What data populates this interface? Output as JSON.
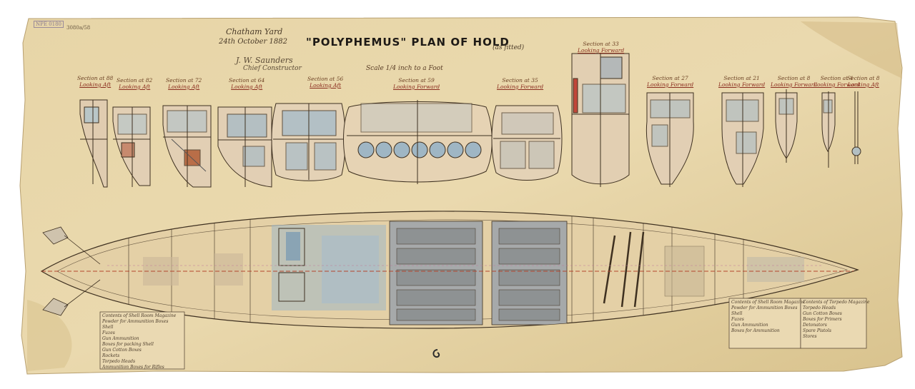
{
  "drawing": {
    "title": "\"POLYPHEMUS\"  PLAN  OF  HOLD",
    "subtitle": "(as fitted)",
    "yard_line1": "Chatham Yard",
    "yard_line2": "24th October 1882",
    "signature_line1": "J. W. Saunders",
    "signature_line2": "Chief Constructor",
    "scale_note": "Scale 1/4 inch to a Foot",
    "stamp_left": "NPE 0180",
    "stamp_ref": "3080a/58"
  },
  "sections": [
    {
      "label": "Section at 88",
      "view": "Looking Aft"
    },
    {
      "label": "Section at 82",
      "view": "Looking Aft"
    },
    {
      "label": "Section at 72",
      "view": "Looking Aft"
    },
    {
      "label": "Section at 64",
      "view": "Looking Aft"
    },
    {
      "label": "Section at 56",
      "view": "Looking Aft"
    },
    {
      "label": "Section at 59",
      "view": "Looking Forward"
    },
    {
      "label": "Section at 35",
      "view": "Looking Forward"
    },
    {
      "label": "Section at 33",
      "view": "Looking Forward"
    },
    {
      "label": "Section at 27",
      "view": "Looking Forward"
    },
    {
      "label": "Section at 21",
      "view": "Looking Forward"
    },
    {
      "label": "Section at 8",
      "view": "Looking Forward"
    },
    {
      "label": "Section at 4",
      "view": "Looking Forward"
    },
    {
      "label": "Section at 8",
      "view": "Looking Aft"
    }
  ],
  "tables": {
    "left": [
      "Contents of Shell Room Magazine",
      "Powder for Ammunition Boxes",
      "Shell",
      "Fuzes",
      "Gun Ammunition",
      "Boxes for packing Shell",
      "Gun Cotton Boxes",
      "Rockets",
      "Torpedo Heads",
      "Ammunition Boxes for Rifles"
    ],
    "right_a": [
      "Contents of Shell Room Magazine",
      "Powder for Ammunition Boxes",
      "Shell",
      "Fuzes",
      "Gun Ammunition",
      "Boxes for Ammunition"
    ],
    "right_b": [
      "Contents of Torpedo Magazine",
      "Torpedo Heads",
      "Gun Cotton Boxes",
      "Boxes for Primers",
      "Detonators",
      "Spare Pistols",
      "Stores"
    ]
  },
  "colors": {
    "paper": "#e6d4a8",
    "ink": "#3b2a1a",
    "blue_wash": "#9fb6c4",
    "red_ink": "#b4462e",
    "grey_wash": "#a8abac"
  }
}
